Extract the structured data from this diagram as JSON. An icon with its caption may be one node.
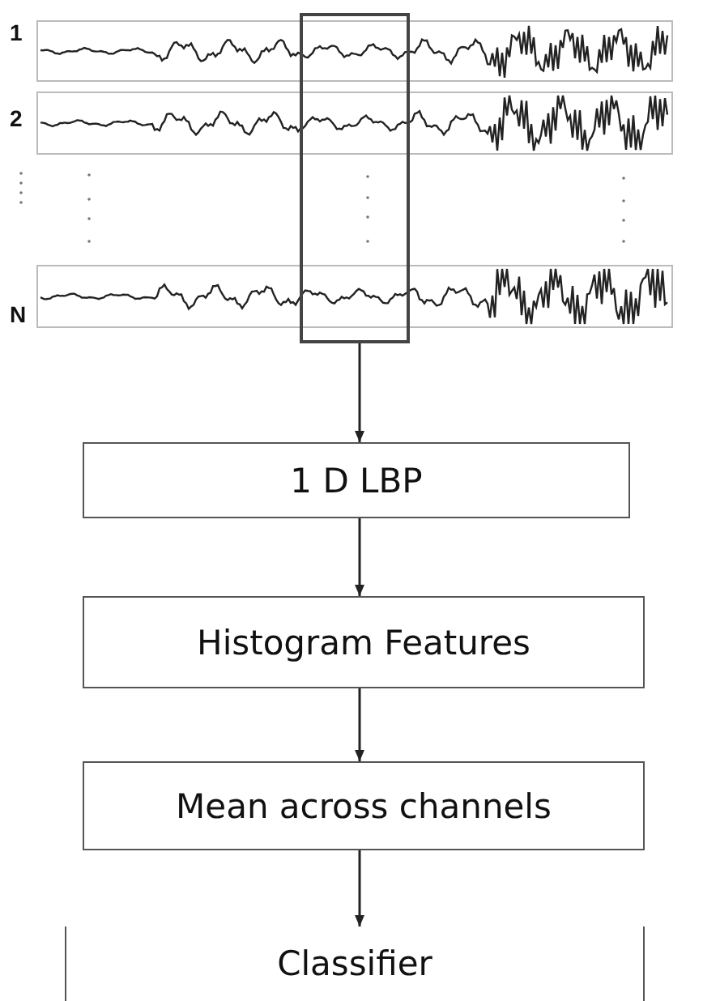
{
  "diagram": {
    "nodes": [
      {
        "text": [],
        "shape": "box"
      },
      {
        "text": [
          "1 D LBP"
        ]
      },
      {
        "text": [
          "Histogram Features"
        ]
      },
      {
        "text": [
          "Mean across channels"
        ]
      },
      {
        "text": [
          "Classifier"
        ]
      }
    ],
    "edges": [
      {
        "from": 0,
        "to": 1,
        "arrow": "to"
      },
      {
        "from": 1,
        "to": 2,
        "arrow": "to"
      },
      {
        "from": 2,
        "to": 3,
        "arrow": "to"
      },
      {
        "from": 3,
        "to": 4,
        "arrow": "to"
      }
    ],
    "labels": [
      "1",
      "2",
      "N"
    ]
  }
}
